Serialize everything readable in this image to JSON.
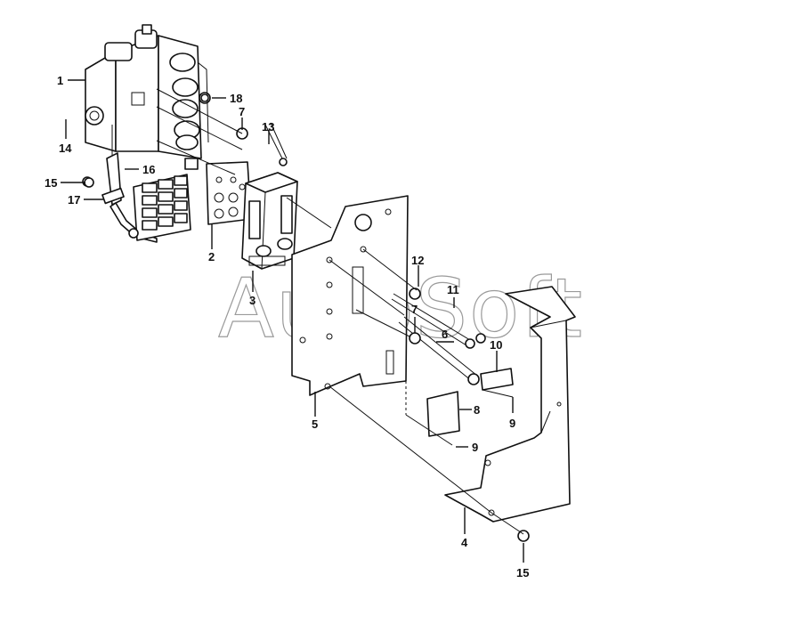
{
  "watermark": "AutoSoft",
  "callouts": [
    {
      "id": "c1",
      "text": "1"
    },
    {
      "id": "c2",
      "text": "2"
    },
    {
      "id": "c3",
      "text": "3"
    },
    {
      "id": "c4",
      "text": "4"
    },
    {
      "id": "c5",
      "text": "5"
    },
    {
      "id": "c6",
      "text": "6"
    },
    {
      "id": "c7a",
      "text": "7"
    },
    {
      "id": "c7b",
      "text": "7"
    },
    {
      "id": "c8",
      "text": "8"
    },
    {
      "id": "c9a",
      "text": "9"
    },
    {
      "id": "c9b",
      "text": "9"
    },
    {
      "id": "c10",
      "text": "10"
    },
    {
      "id": "c11",
      "text": "11"
    },
    {
      "id": "c12",
      "text": "12"
    },
    {
      "id": "c13",
      "text": "13"
    },
    {
      "id": "c14",
      "text": "14"
    },
    {
      "id": "c15a",
      "text": "15"
    },
    {
      "id": "c15b",
      "text": "15"
    },
    {
      "id": "c16",
      "text": "16"
    },
    {
      "id": "c17",
      "text": "17"
    },
    {
      "id": "c18",
      "text": "18"
    }
  ]
}
